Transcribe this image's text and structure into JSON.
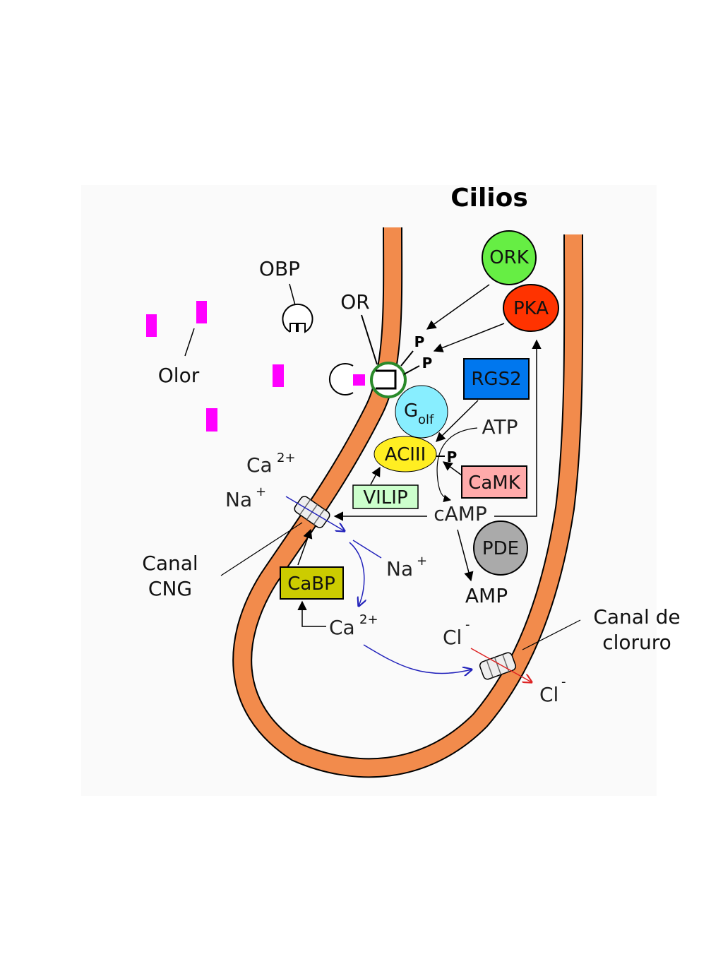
{
  "title": "Cilios",
  "labels": {
    "obp": "OBP",
    "or": "OR",
    "olor": "Olor",
    "ca": "Ca",
    "ca_sup": "2+",
    "na": "Na",
    "na_sup": "+",
    "canal_cng_line1": "Canal",
    "canal_cng_line2": "CNG",
    "na_inside": "Na",
    "na_inside_sup": "+",
    "ca_inside": "Ca",
    "ca_inside_sup": "2+",
    "atp": "ATP",
    "camp": "cAMP",
    "amp": "AMP",
    "cl_out": "Cl",
    "cl_out_sup": "-",
    "cl_in": "Cl",
    "cl_in_sup": "-",
    "canal_cloruro_line1": "Canal de",
    "canal_cloruro_line2": "cloruro",
    "p1": "P",
    "p2": "P",
    "p3": "P"
  },
  "nodes": {
    "ork": "ORK",
    "pka": "PKA",
    "rgs2": "RGS2",
    "golf_main": "G",
    "golf_sub": "olf",
    "acii": "ACIII",
    "camk": "CaMK",
    "vilip": "VILIP",
    "pde": "PDE",
    "cabp": "CaBP"
  },
  "colors": {
    "membrane": "#f28b4c",
    "membrane_outline": "#000000",
    "odor": "#ff00ff",
    "ork": "#66ee44",
    "pka": "#ff3300",
    "rgs2": "#0077ee",
    "golf": "#88eeff",
    "acii": "#ffee22",
    "camk": "#ffaaaa",
    "vilip": "#ccffcc",
    "pde": "#aaaaaa",
    "cabp": "#cccc00",
    "blue_arrow": "#2222bb",
    "red_arrow": "#dd2222",
    "panel": "#fafafa"
  }
}
